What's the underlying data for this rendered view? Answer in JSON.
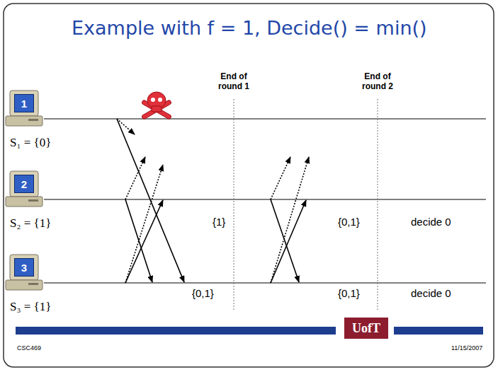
{
  "diagram": {
    "title": "Example with f = 1, Decide() = min()",
    "nodes": [
      {
        "text": [
          "1"
        ]
      },
      {
        "text": [
          "2"
        ]
      },
      {
        "text": [
          "3"
        ]
      }
    ],
    "labels": [
      "End of round 1",
      "End of round 2",
      "{1}",
      "{0,1}",
      "decide 0",
      "{0,1}",
      "{0,1}",
      "decide 0",
      "S₁ = {0}",
      "S₂ = {1}",
      "S₃ = {1}",
      "CSC469",
      "11/15/2007",
      "UofT"
    ]
  }
}
